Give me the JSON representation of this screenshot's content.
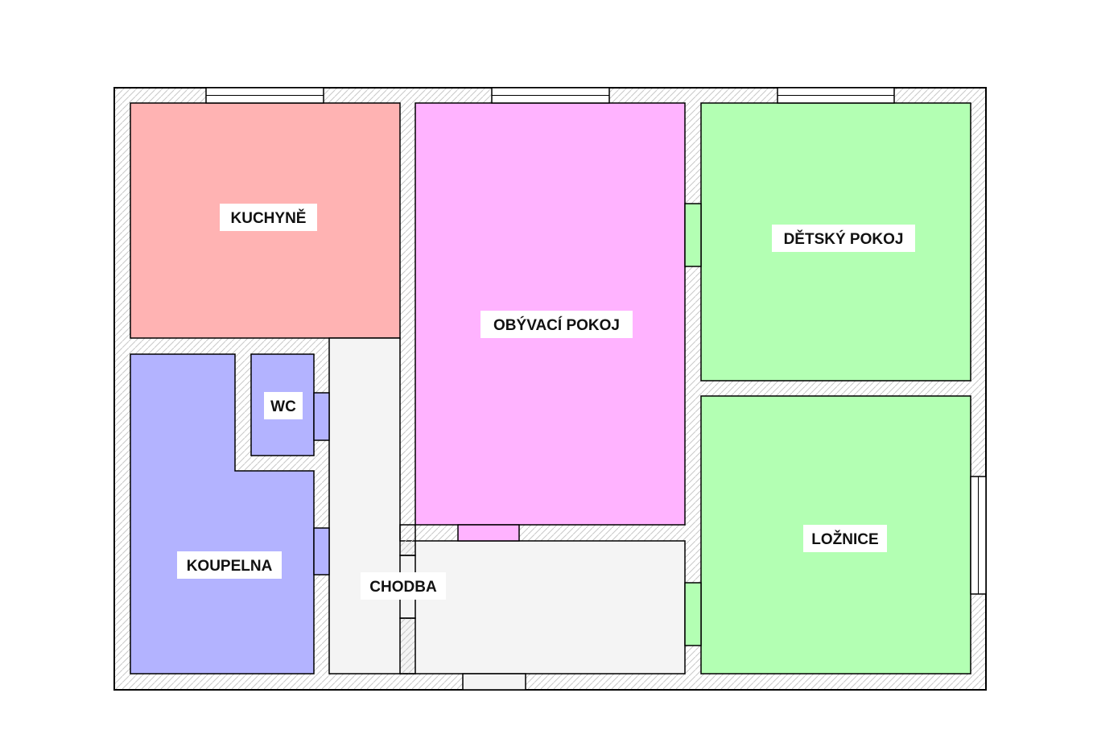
{
  "floorplan": {
    "colors": {
      "wall_fill": "#ffffff",
      "wall_stroke": "#000000",
      "hatch": "#c8c8c8",
      "kitchen": "#ffb3b3",
      "living": "#ffb3ff",
      "bedrooms": "#b3ffb3",
      "bathroom": "#b3b3ff",
      "hall": "#f4f4f4",
      "label_bg": "#ffffff"
    },
    "rooms": {
      "kitchen": "KUCHYNĚ",
      "living": "OBÝVACÍ POKOJ",
      "kids": "DĚTSKÝ POKOJ",
      "bedroom": "LOŽNICE",
      "wc": "WC",
      "bathroom": "KOUPELNA",
      "hall": "CHODBA"
    }
  }
}
